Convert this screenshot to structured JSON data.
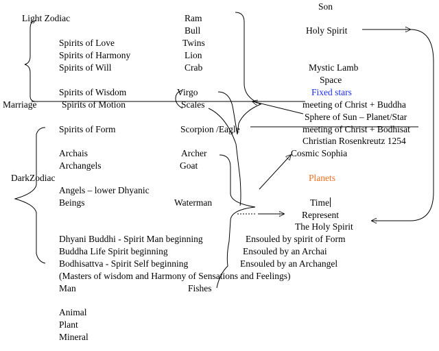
{
  "left_column": {
    "light_zodiac": "Light Zodiac",
    "spirits_of_love": "Spirits of Love",
    "spirits_of_harmony": "Spirits of Harmony",
    "spirits_of_will": "Spirits of Will",
    "spirits_of_wisdom": "Spirits of Wisdom",
    "marriage": "Marriage",
    "spirits_of_motion": "Spirits of Motion",
    "spirits_of_form": "Spirits of Form",
    "archais": "Archais",
    "archangels": "Archangels",
    "dark_zodiac": "DarkZodiac",
    "angels": "Angels – lower Dhyanic",
    "beings": "Beings",
    "dhyani_buddhi": "Dhyani Buddhi - Spirit Man beginning",
    "buddha_life": "Buddha Life Spirit beginning",
    "bodhisattva": "Bodhisattva - Spirit Self beginning",
    "masters": "(Masters of wisdom and Harmony of Sensations and Feelings)",
    "man": "Man",
    "animal": "Animal",
    "plant": "Plant",
    "mineral": "Mineral"
  },
  "signs": {
    "ram": "Ram",
    "bull": "Bull",
    "twins": "Twins",
    "lion": "Lion",
    "crab": "Crab",
    "virgo": "Virgo",
    "scales": "Scales",
    "scorpion": "Scorpion /Eagle",
    "archer": "Archer",
    "goat": "Goat",
    "waterman": "Waterman",
    "fishes": "Fishes"
  },
  "right_column": {
    "son": "Son",
    "holy_spirit": "Holy Spirit",
    "mystic_lamb": "Mystic Lamb",
    "space": "Space",
    "fixed_stars": "Fixed stars",
    "meeting_buddha": "meeting of Christ + Buddha",
    "sphere_of_sun": "Sphere of Sun – Planet/Star",
    "meeting_bodhisat": "meeting of Christ + Bodhisat",
    "rosenkreutz": "Christian Rosenkreutz 1254",
    "cosmic_sophia": "Cosmic Sophia",
    "planets": "Planets",
    "time": "Time",
    "represent": "Represent",
    "the_holy_spirit": "The Holy Spirit",
    "ensouled_form": "Ensouled by spirit of Form",
    "ensouled_archai": "Ensouled by an Archai",
    "ensouled_archangel": "Ensouled by an Archangel"
  },
  "colors": {
    "fixed_stars": "#1c2cf0",
    "planets": "#f0701c",
    "text": "#000000",
    "background": "#ffffff"
  }
}
